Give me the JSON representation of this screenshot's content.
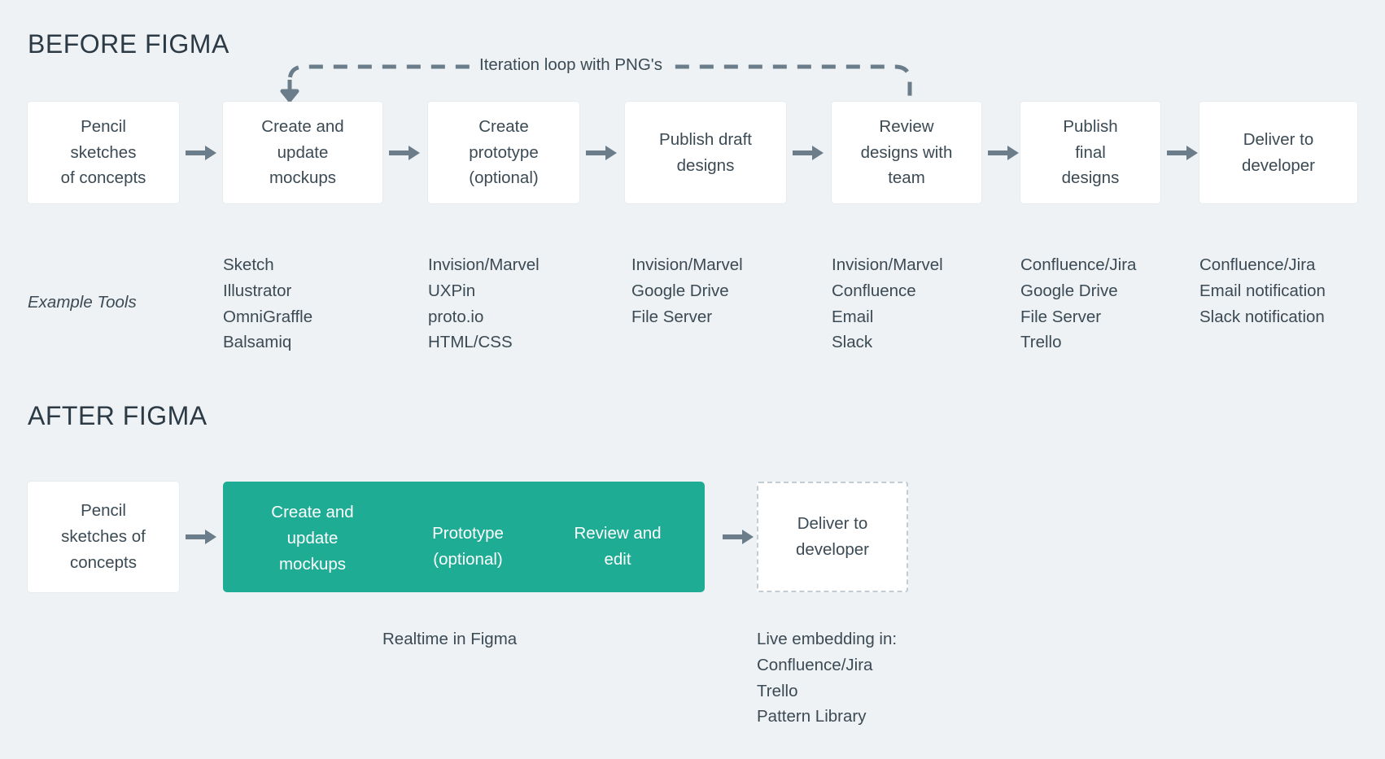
{
  "colors": {
    "background": "#eef2f4",
    "box_fill": "#ffffff",
    "text": "#3b4a54",
    "heading": "#2b3a45",
    "accent_teal": "#1eac95",
    "arrow_gray": "#6b7d8a",
    "dashed_border": "#c2ccd2"
  },
  "before": {
    "title": "BEFORE FIGMA",
    "loop_label": "Iteration loop with PNG's",
    "tools_label": "Example Tools",
    "steps": [
      {
        "label": "Pencil\nsketches\nof concepts",
        "tools": ""
      },
      {
        "label": "Create and\nupdate\nmockups",
        "tools": "Sketch\nIllustrator\nOmniGraffle\nBalsamiq"
      },
      {
        "label": "Create\nprototype\n(optional)",
        "tools": "Invision/Marvel\nUXPin\nproto.io\nHTML/CSS"
      },
      {
        "label": "Publish draft\ndesigns",
        "tools": "Invision/Marvel\nGoogle Drive\nFile Server"
      },
      {
        "label": "Review\ndesigns with\nteam",
        "tools": "Invision/Marvel\nConfluence\nEmail\nSlack"
      },
      {
        "label": "Publish\nfinal\ndesigns",
        "tools": "Confluence/Jira\nGoogle Drive\nFile Server\nTrello"
      },
      {
        "label": "Deliver to\ndeveloper",
        "tools": "Confluence/Jira\nEmail notification\nSlack notification"
      }
    ]
  },
  "after": {
    "title": "AFTER FIGMA",
    "first_step": "Pencil\nsketches of\nconcepts",
    "teal_segments": [
      "Create and\nupdate\nmockups",
      "Prototype\n(optional)",
      "Review and\nedit"
    ],
    "teal_caption": "Realtime in Figma",
    "deliver_step": "Deliver to\ndeveloper",
    "deliver_caption": "Live embedding in:\nConfluence/Jira\nTrello\nPattern Library"
  }
}
